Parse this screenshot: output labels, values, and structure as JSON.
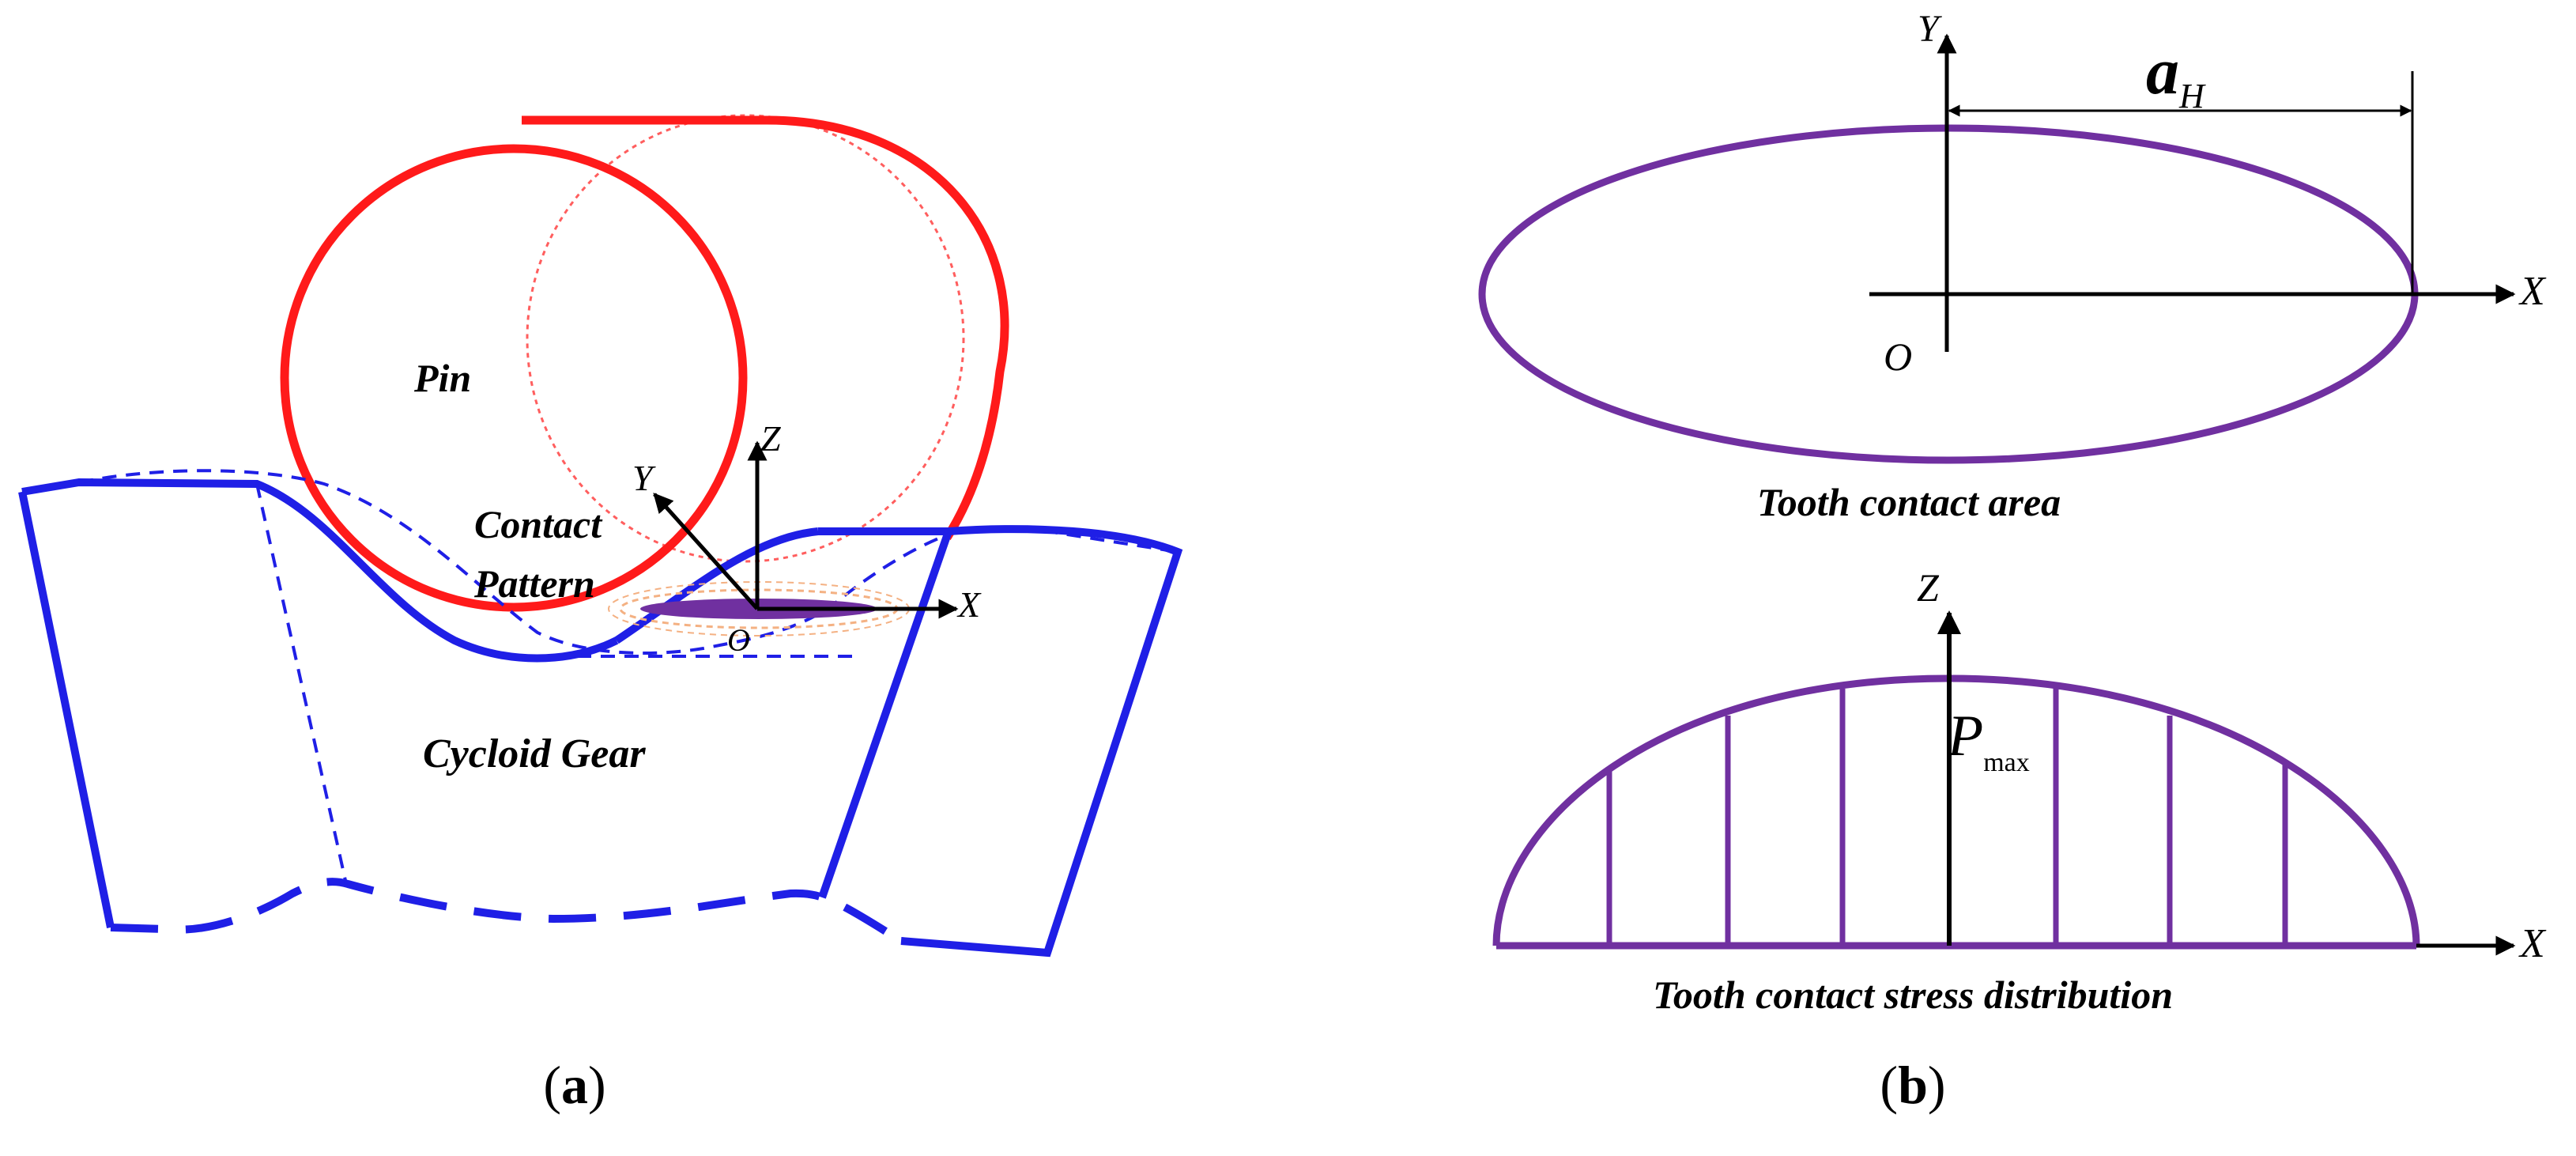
{
  "colors": {
    "pin": "#ff1a1a",
    "gear": "#1f1fe6",
    "pattern": "#7030a0",
    "pattern_outline": "#f4b183",
    "ink": "#000000"
  },
  "panel_a": {
    "caption_open": "(",
    "caption_letter": "a",
    "caption_close": ")",
    "pin_label": "Pin",
    "contact_label_line1": "Contact",
    "contact_label_line2": "Pattern",
    "gear_label": "Cycloid Gear",
    "axis_x": "X",
    "axis_y": "Y",
    "axis_z": "Z",
    "origin": "O"
  },
  "panel_b": {
    "caption_open": "(",
    "caption_letter": "b",
    "caption_close": ")",
    "top": {
      "axis_x": "X",
      "axis_y": "Y",
      "origin": "O",
      "dim_symbol": "a",
      "dim_subscript": "H",
      "caption": "Tooth contact area"
    },
    "bottom": {
      "axis_x": "X",
      "axis_z": "Z",
      "peak_symbol": "P",
      "peak_subscript": "max",
      "caption": "Tooth contact stress distribution"
    }
  }
}
